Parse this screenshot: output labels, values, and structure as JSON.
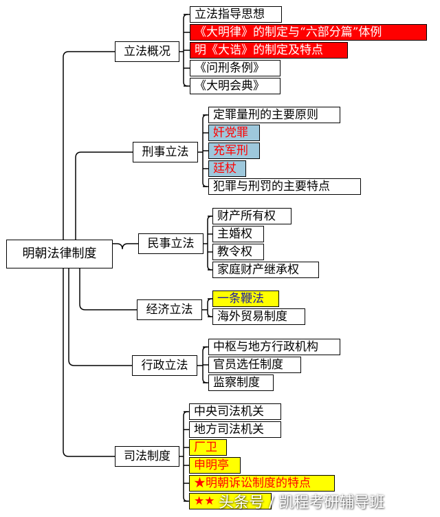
{
  "root": {
    "label": "明朝法律制度"
  },
  "categories": [
    {
      "key": "legislation",
      "label": "立法概况",
      "items": [
        {
          "label": "立法指导思想",
          "style": "plain"
        },
        {
          "label": "《大明律》的制定与“六部分篇”体例",
          "style": "red"
        },
        {
          "label": "明《大诰》的制定及特点",
          "style": "red"
        },
        {
          "label": "《问刑条例》",
          "style": "plain"
        },
        {
          "label": "《大明会典》",
          "style": "plain"
        }
      ]
    },
    {
      "key": "criminal",
      "label": "刑事立法",
      "items": [
        {
          "label": "定罪量刑的主要原则",
          "style": "plain"
        },
        {
          "label": "奸党罪",
          "style": "blue"
        },
        {
          "label": "充军刑",
          "style": "blue"
        },
        {
          "label": "廷杖",
          "style": "blue"
        },
        {
          "label": "犯罪与刑罚的主要特点",
          "style": "plain"
        }
      ]
    },
    {
      "key": "civil",
      "label": "民事立法",
      "items": [
        {
          "label": "财产所有权",
          "style": "plain"
        },
        {
          "label": "主婚权",
          "style": "plain"
        },
        {
          "label": "教令权",
          "style": "plain"
        },
        {
          "label": "家庭财产继承权",
          "style": "plain"
        }
      ]
    },
    {
      "key": "economic",
      "label": "经济立法",
      "items": [
        {
          "label": "一条鞭法",
          "style": "yellow-blue"
        },
        {
          "label": "海外贸易制度",
          "style": "plain"
        }
      ]
    },
    {
      "key": "administrative",
      "label": "行政立法",
      "items": [
        {
          "label": "中枢与地方行政机构",
          "style": "plain"
        },
        {
          "label": "官员选任制度",
          "style": "plain"
        },
        {
          "label": "监察制度",
          "style": "plain"
        }
      ]
    },
    {
      "key": "judicial",
      "label": "司法制度",
      "items": [
        {
          "label": "中央司法机关",
          "style": "plain"
        },
        {
          "label": "地方司法机关",
          "style": "plain"
        },
        {
          "label": "厂卫",
          "style": "yellow"
        },
        {
          "label": "申明亭",
          "style": "yellow"
        },
        {
          "label": "★明朝诉讼制度的特点",
          "style": "yellow"
        },
        {
          "label": "★★",
          "style": "yellow"
        }
      ]
    }
  ],
  "watermark": "头条号 / 凯程考研辅导班"
}
